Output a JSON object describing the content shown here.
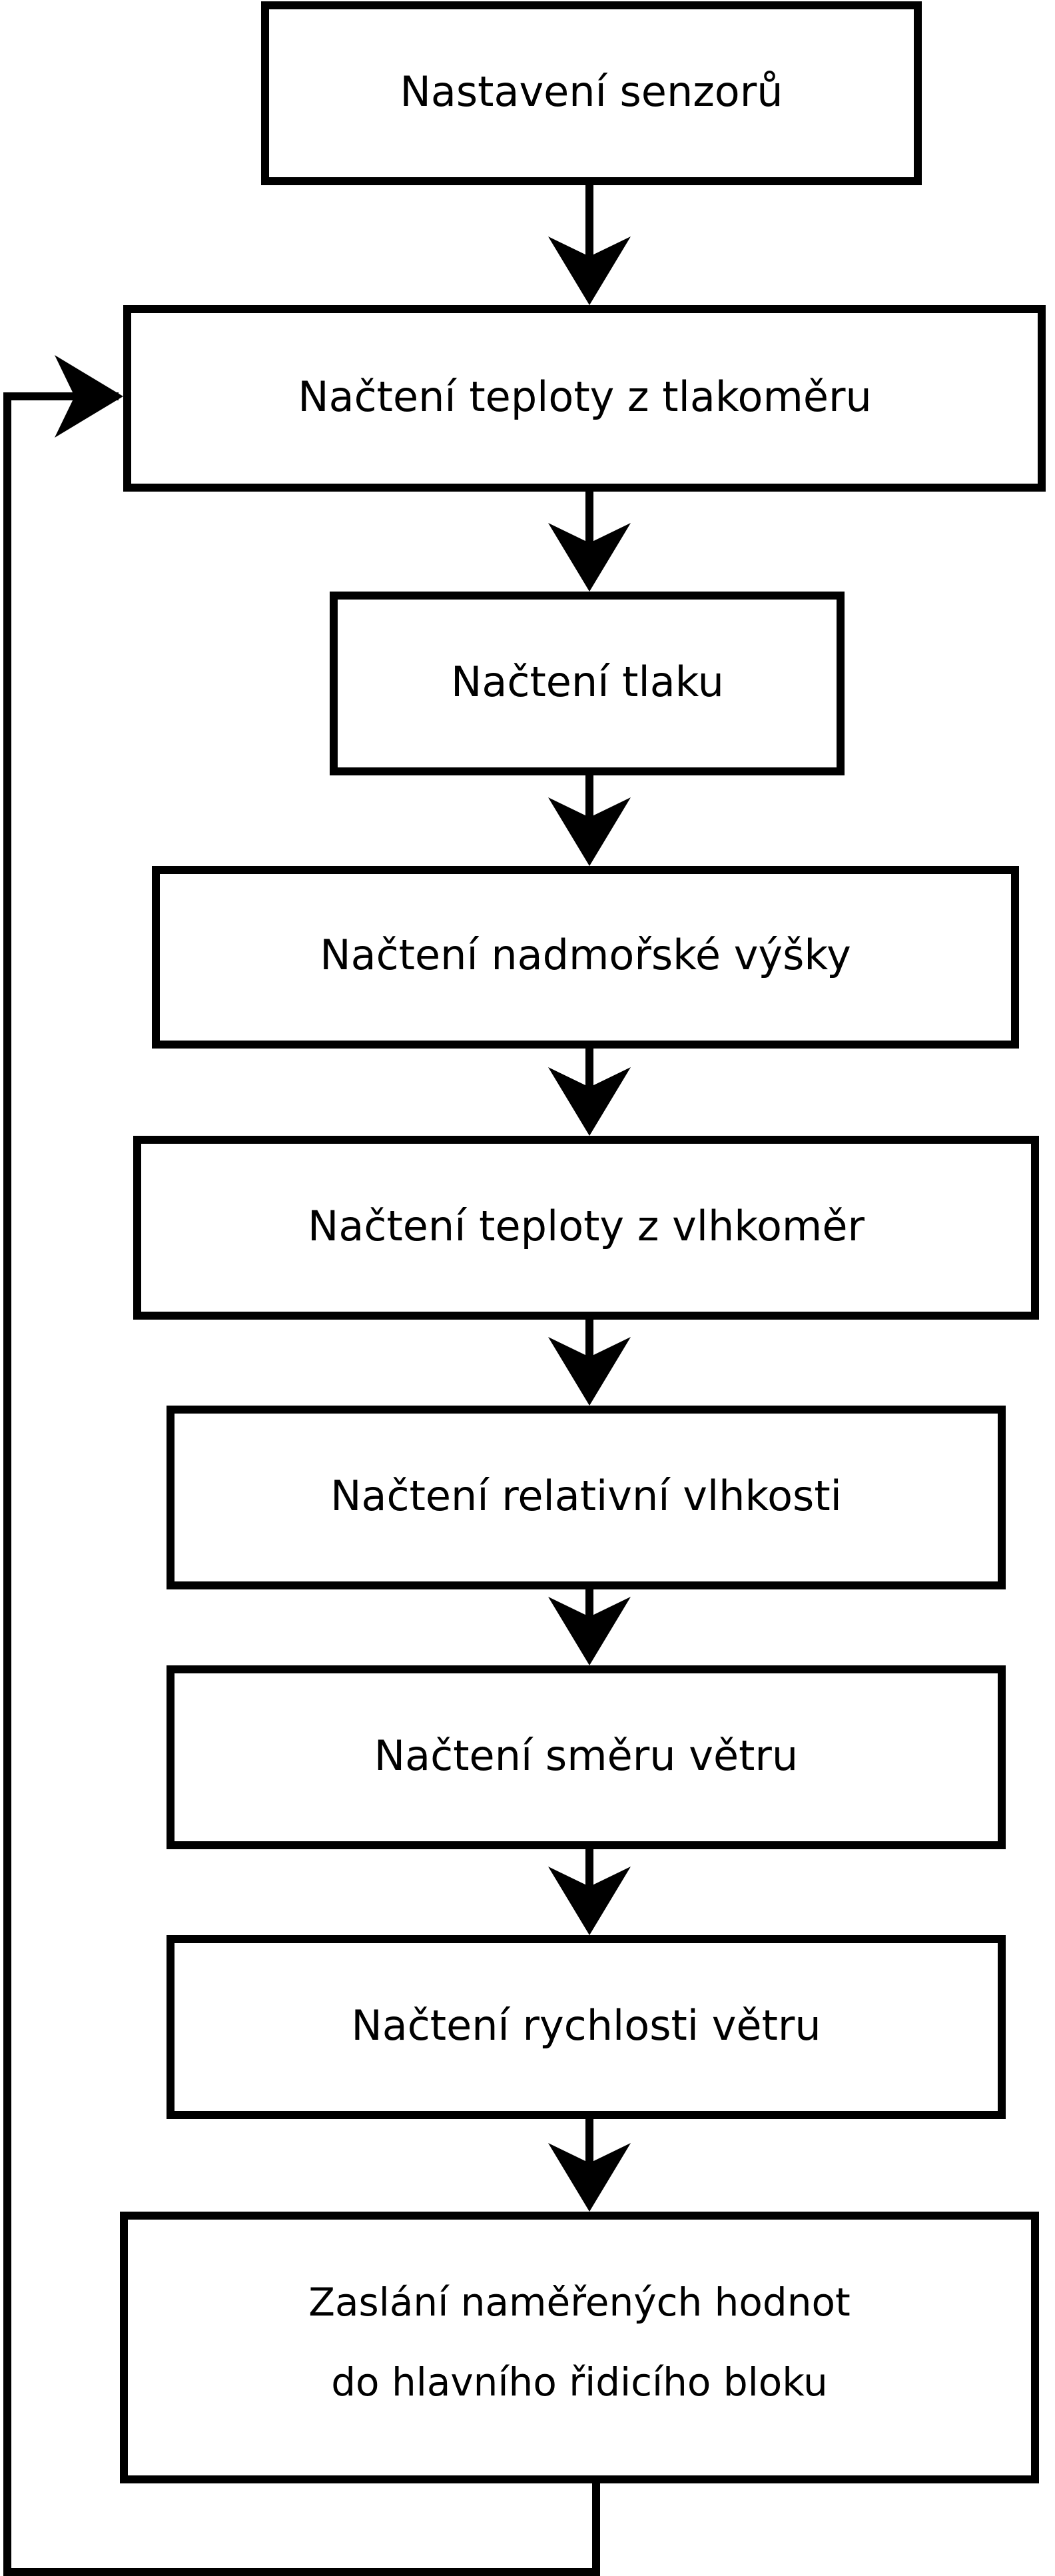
{
  "diagram": {
    "title": "Sensor reading loop flowchart",
    "orientation": "top-to-bottom",
    "colors": {
      "stroke": "#000000",
      "fill": "#ffffff",
      "text": "#000000",
      "background": "#ffffff"
    },
    "nodes": [
      {
        "id": "setup-sensors",
        "shape": "rectangle",
        "label": "Nastavení senzorů",
        "lines": [
          "Nastavení senzorů"
        ]
      },
      {
        "id": "read-temp-barometer",
        "shape": "rectangle",
        "label": "Načtení teploty z tlakoměru",
        "lines": [
          "Načtení teploty z tlakoměru"
        ]
      },
      {
        "id": "read-pressure",
        "shape": "rectangle",
        "label": "Načtení tlaku",
        "lines": [
          "Načtení tlaku"
        ]
      },
      {
        "id": "read-altitude",
        "shape": "rectangle",
        "label": "Načtení nadmořské výšky",
        "lines": [
          "Načtení nadmořské výšky"
        ]
      },
      {
        "id": "read-temp-hygrometer",
        "shape": "rectangle",
        "label": "Načtení teploty z vlhkoměr",
        "lines": [
          "Načtení teploty z vlhkoměr"
        ]
      },
      {
        "id": "read-relative-humidity",
        "shape": "rectangle",
        "label": "Načtení relativní vlhkosti",
        "lines": [
          "Načtení relativní vlhkosti"
        ]
      },
      {
        "id": "read-wind-direction",
        "shape": "rectangle",
        "label": "Načtení směru větru",
        "lines": [
          "Načtení směru větru"
        ]
      },
      {
        "id": "read-wind-speed",
        "shape": "rectangle",
        "label": "Načtení rychlosti větru",
        "lines": [
          "Načtení rychlosti větru"
        ]
      },
      {
        "id": "send-values",
        "shape": "rectangle",
        "label": "Zaslání naměřených hodnot do hlavního řidicího bloku",
        "lines": [
          "Zaslání naměřených hodnot",
          "do hlavního řidicího bloku"
        ]
      }
    ],
    "edges": [
      {
        "id": "e1",
        "from": "setup-sensors",
        "to": "read-temp-barometer",
        "label": "",
        "kind": "straight-down"
      },
      {
        "id": "e2",
        "from": "read-temp-barometer",
        "to": "read-pressure",
        "label": "",
        "kind": "straight-down"
      },
      {
        "id": "e3",
        "from": "read-pressure",
        "to": "read-altitude",
        "label": "",
        "kind": "straight-down"
      },
      {
        "id": "e4",
        "from": "read-altitude",
        "to": "read-temp-hygrometer",
        "label": "",
        "kind": "straight-down"
      },
      {
        "id": "e5",
        "from": "read-temp-hygrometer",
        "to": "read-relative-humidity",
        "label": "",
        "kind": "straight-down"
      },
      {
        "id": "e6",
        "from": "read-relative-humidity",
        "to": "read-wind-direction",
        "label": "",
        "kind": "straight-down"
      },
      {
        "id": "e7",
        "from": "read-wind-direction",
        "to": "read-wind-speed",
        "label": "",
        "kind": "straight-down"
      },
      {
        "id": "e8",
        "from": "read-wind-speed",
        "to": "send-values",
        "label": "",
        "kind": "straight-down"
      },
      {
        "id": "e9",
        "from": "send-values",
        "to": "read-temp-barometer",
        "label": "",
        "kind": "loop-back-left"
      }
    ]
  }
}
